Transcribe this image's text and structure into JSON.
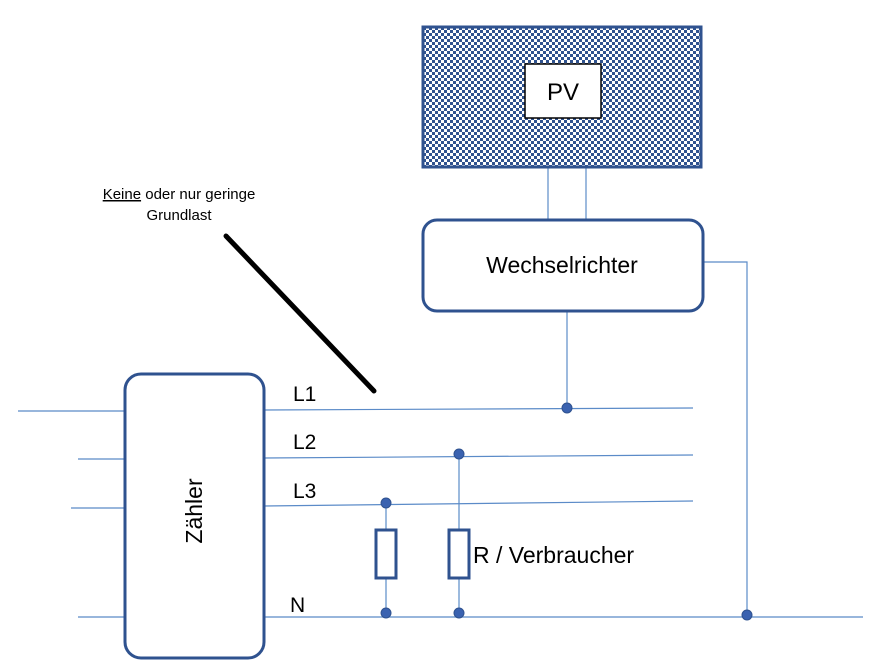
{
  "diagram": {
    "pv_label": "PV",
    "inverter_label": "Wechselrichter",
    "meter_label": "Zähler",
    "phase_labels": [
      "L1",
      "L2",
      "L3"
    ],
    "neutral_label": "N",
    "load_label": "R / Verbraucher",
    "annotation": {
      "underlined_word": "Keine",
      "line1_rest": " oder nur geringe",
      "line2": "Grundlast"
    },
    "colors": {
      "line": "#5b8bc8",
      "box_border": "#2f528f",
      "node": "#3a62b0",
      "pattern": "#2f528f"
    }
  }
}
